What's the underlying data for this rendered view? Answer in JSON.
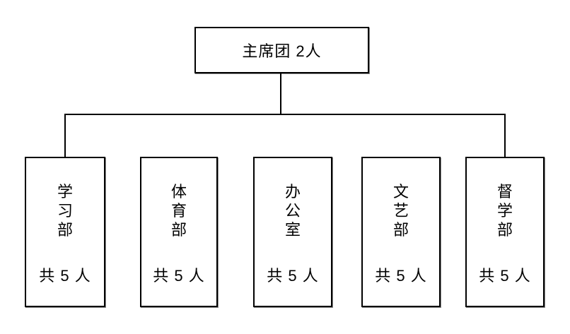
{
  "diagram": {
    "type": "org-chart",
    "colors": {
      "background": "#ffffff",
      "line": "#000000",
      "box_border": "#000000",
      "text": "#000000"
    },
    "root": {
      "label": "主席团 2人"
    },
    "departments": [
      {
        "name": "学习部",
        "count": "共 5 人"
      },
      {
        "name": "体育部",
        "count": "共 5 人"
      },
      {
        "name": "办公室",
        "count": "共 5 人"
      },
      {
        "name": "文艺部",
        "count": "共 5 人"
      },
      {
        "name": "督学部",
        "count": "共 5 人"
      }
    ]
  }
}
